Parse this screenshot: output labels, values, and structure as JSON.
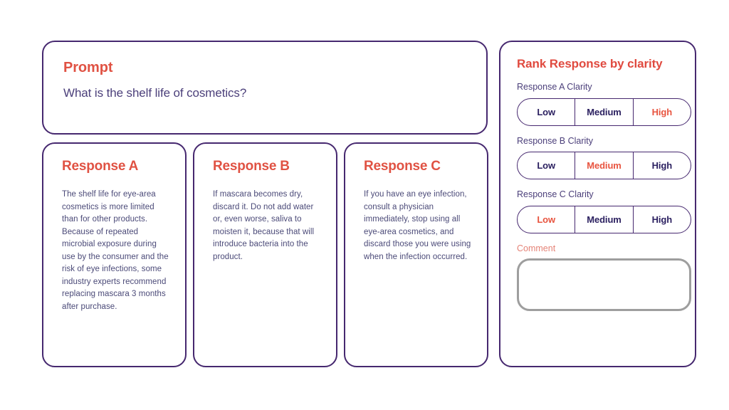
{
  "theme": {
    "accent_red": "#e05243",
    "accent_purple": "#46286f",
    "body_text": "#4b4a78",
    "comment_label": "#e58377",
    "comment_border": "#9e9e9e",
    "background": "#ffffff"
  },
  "prompt": {
    "title": "Prompt",
    "text": "What is the shelf life of cosmetics?"
  },
  "responses": [
    {
      "title": "Response A",
      "text": "The shelf life for eye-area cosmetics is more limited than for other products. Because of repeated microbial exposure during use by the consumer and the risk of eye infections, some industry experts recommend replacing mascara 3 months after purchase."
    },
    {
      "title": "Response B",
      "text": "If mascara becomes dry, discard it. Do not add water or, even worse, saliva to moisten it, because that will introduce bacteria into the product."
    },
    {
      "title": "Response C",
      "text": "If you have an eye infection, consult a physician immediately, stop using all eye-area cosmetics, and discard those you were using when the infection occurred."
    }
  ],
  "rank_panel": {
    "title": "Rank Response by clarity",
    "groups": [
      {
        "label": "Response A Clarity",
        "options": [
          "Low",
          "Medium",
          "High"
        ],
        "selected": "High"
      },
      {
        "label": "Response B Clarity",
        "options": [
          "Low",
          "Medium",
          "High"
        ],
        "selected": "Medium"
      },
      {
        "label": "Response C Clarity",
        "options": [
          "Low",
          "Medium",
          "High"
        ],
        "selected": "Low"
      }
    ],
    "comment": {
      "label": "Comment",
      "value": "",
      "placeholder": ""
    }
  }
}
